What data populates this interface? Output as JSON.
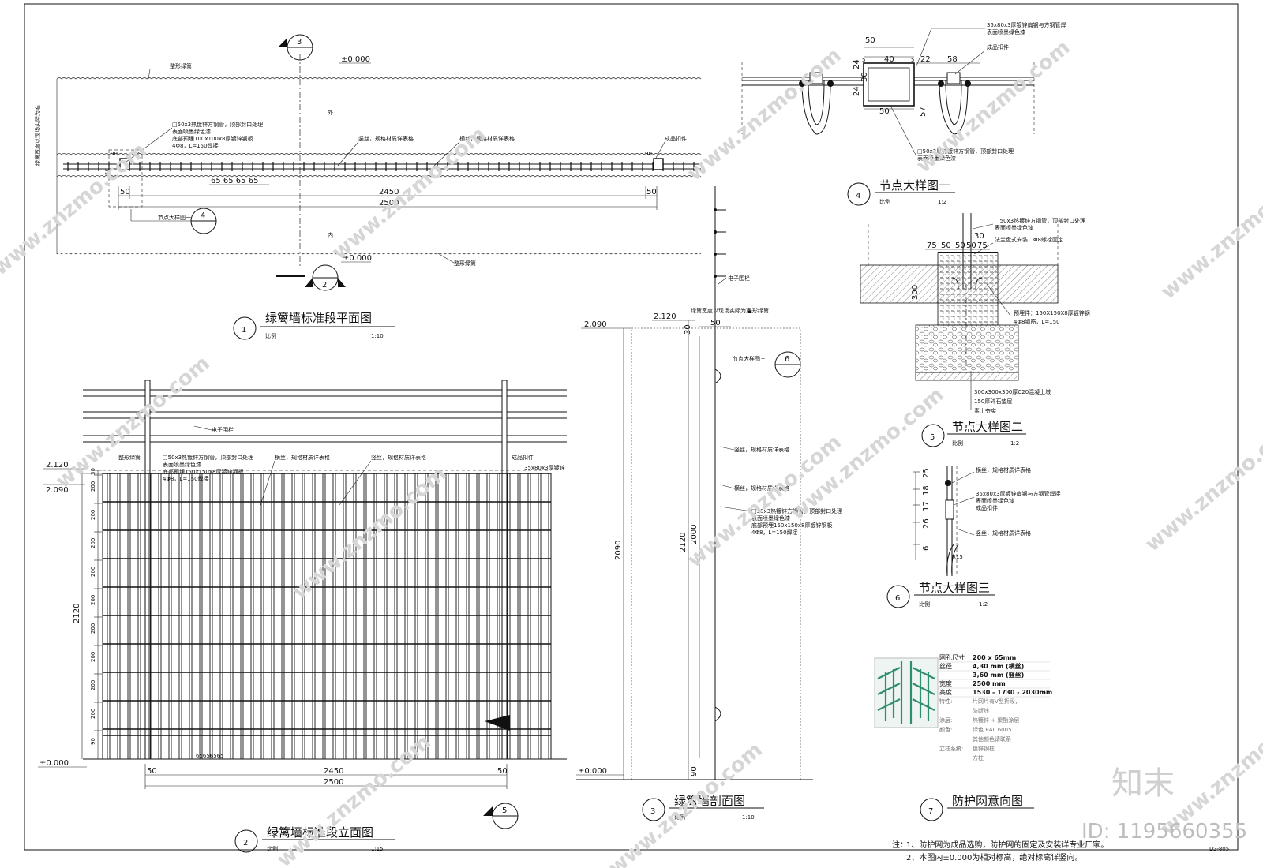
{
  "sheet": {
    "drawing_no": "LG-805",
    "id_text": "ID: 1195660355",
    "brand": "知末",
    "watermark": "www.znzmo.com"
  },
  "fig1": {
    "num": "1",
    "title": "绿篱墙标准段平面图",
    "scale_label": "比例",
    "scale": "1:10",
    "label_hedge_top": "整形绿篱",
    "label_hedge_bottom": "整形绿篱",
    "label_zero_top": "±0.000",
    "label_zero_bottom": "±0.000",
    "label_out": "外",
    "label_in": "内",
    "label_side": "绿篱宽度以现场实际为准",
    "label_post": "□50x3热镀锌方钢管，顶部封口处理",
    "label_post2": "表面喷墨绿色漆",
    "label_post3": "底部预埋100x100x8厚镀锌钢板",
    "label_post4": "4Φ8，L=150焊接",
    "label_vwire": "竖丝，规格材质详表格",
    "label_hwire": "横丝，规格材质详表格",
    "label_clip": "成品扣件",
    "dim_left": "90",
    "dim_right": "90",
    "dim_side": "50",
    "spacing": [
      "65",
      "65",
      "65",
      "65"
    ],
    "dim_50a": "50",
    "dim_50b": "50",
    "dim_2450": "2450",
    "dim_2500": "2500",
    "detail_ref": "节点大样图一",
    "detail_ref_num": "4",
    "sec3_num": "3",
    "sec2_num": "2"
  },
  "fig2": {
    "num": "2",
    "title": "绿篱墙标准段立面图",
    "scale_label": "比例",
    "scale": "1:15",
    "label_wire": "电子围栏",
    "label_hedge": "整形绿篱",
    "label_post": "□50x3热镀锌方钢管，顶部封口处理",
    "label_post2": "表面喷墨绿色漆",
    "label_post3": "底部预埋150x150x8厚镀锌钢板",
    "label_post4": "4Φ8，L=150焊接",
    "label_hwire": "横丝，规格材质详表格",
    "label_vwire": "竖丝，规格材质详表格",
    "label_clip": "成品扣件",
    "label_plate": "35x80x3厚镀锌",
    "lv_2120": "2.120",
    "lv_2090": "2.090",
    "lv_zero": "±0.000",
    "dim_30": "30",
    "dim_200": "200",
    "dim_90": "90",
    "dim_2120": "2120",
    "dim_50a": "50",
    "dim_50b": "50",
    "dim_2450": "2450",
    "dim_2500": "2500",
    "bottom_spacing": "65656565",
    "sec5_num": "5"
  },
  "fig3": {
    "num": "3",
    "title": "绿篱墙剖面图",
    "scale_label": "比例",
    "scale": "1:10",
    "label_wire": "电子围栏",
    "label_width": "绿篱宽度以现场实际为准",
    "label_hedge": "整形绿篱",
    "label_detail": "节点大样图三",
    "detail_num": "6",
    "label_vwire": "竖丝，规格材质详表格",
    "label_hwire": "横丝，规格材质详表格",
    "label_post": "□50x3热镀锌方钢管，顶部封口处理",
    "label_post2": "表面喷墨绿色漆",
    "label_post3": "底部预埋150x150x8厚镀锌钢板",
    "label_post4": "4Φ8，L=150焊接",
    "lv_2120": "2.120",
    "lv_2090": "2.090",
    "lv_zero": "±0.000",
    "dim_50": "50",
    "dim_30": "30",
    "dim_2090": "2090",
    "dim_2120": "2120",
    "dim_2000": "2000",
    "dim_90": "90"
  },
  "fig4": {
    "num": "4",
    "title": "节点大样图一",
    "scale_label": "比例",
    "scale": "1:2",
    "label_plate": "35x80x3厚镀锌扁钢与方钢管焊",
    "label_plate2": "表面喷墨绿色漆",
    "label_clip": "成品扣件",
    "label_post": "□50x3厚热镀锌方钢管，顶部封口处理",
    "label_post2": "表面喷墨绿色漆",
    "dim_50top": "50",
    "dim_5a": "5",
    "dim_40": "40",
    "dim_5b": "5",
    "dim_22": "22",
    "dim_58": "58",
    "dim_24a": "24",
    "dim_24b": "24",
    "dim_30": "30",
    "dim_50bot": "50",
    "dim_57": "57"
  },
  "fig5": {
    "num": "5",
    "title": "节点大样图二",
    "scale_label": "比例",
    "scale": "1:2",
    "label_post": "□50x3热镀锌方钢管，顶部封口处理",
    "label_post2": "表面喷墨绿色漆",
    "label_bolt": "法兰盘式安装，Φ8螺栓固定",
    "label_embed": "预埋件：150X150X8厚镀锌钢",
    "label_embed2": "4Φ8钢筋，L=150",
    "label_found": "300x300x300厚C20混凝土墩",
    "label_gravel": "150厚碎石垫层",
    "label_soil": "素土夯实",
    "dim_30": "30",
    "dims_top": [
      "75",
      "50",
      "50",
      "50",
      "75"
    ],
    "dim_300": "300"
  },
  "fig6": {
    "num": "6",
    "title": "节点大样图三",
    "scale_label": "比例",
    "scale": "1:2",
    "label_hwire": "横丝，规格材质详表格",
    "label_plate": "35x80x3厚镀锌扁钢与方钢管焊接",
    "label_plate2": "表面喷墨绿色漆",
    "label_clip": "成品扣件",
    "label_vwire": "竖丝，规格材质详表格",
    "dims": [
      "25",
      "18",
      "17",
      "26",
      "6"
    ],
    "dim_r": "R15"
  },
  "fig7": {
    "num": "7",
    "title": "防护网意向图",
    "specs": [
      {
        "k": "网孔尺寸",
        "v": "200 x 65mm"
      },
      {
        "k": "丝径",
        "v": "4,30 mm (横丝)"
      },
      {
        "k": "",
        "v": "3,60 mm (竖丝)"
      },
      {
        "k": "宽度",
        "v": "2500 mm"
      },
      {
        "k": "高度",
        "v": "1530 - 1730 - 2030mm"
      },
      {
        "k": "特性:",
        "v": "片网片有V型折段，"
      },
      {
        "k": "",
        "v": "防断线"
      },
      {
        "k": "涂层:",
        "v": "热镀锌 + 聚酯涂层"
      },
      {
        "k": "颜色:",
        "v": "绿色 RAL 6005"
      },
      {
        "k": "",
        "v": "其他颜色请联系"
      },
      {
        "k": "立柱系统:",
        "v": "镀锌钢柱"
      },
      {
        "k": "",
        "v": "方柱"
      }
    ]
  },
  "notes": {
    "label": "注：",
    "line1": "1、防护网为成品选购，防护网的固定及安装详专业厂家。",
    "line2": "2、本图内±0.000为相对标高，绝对标高详竖向。"
  }
}
